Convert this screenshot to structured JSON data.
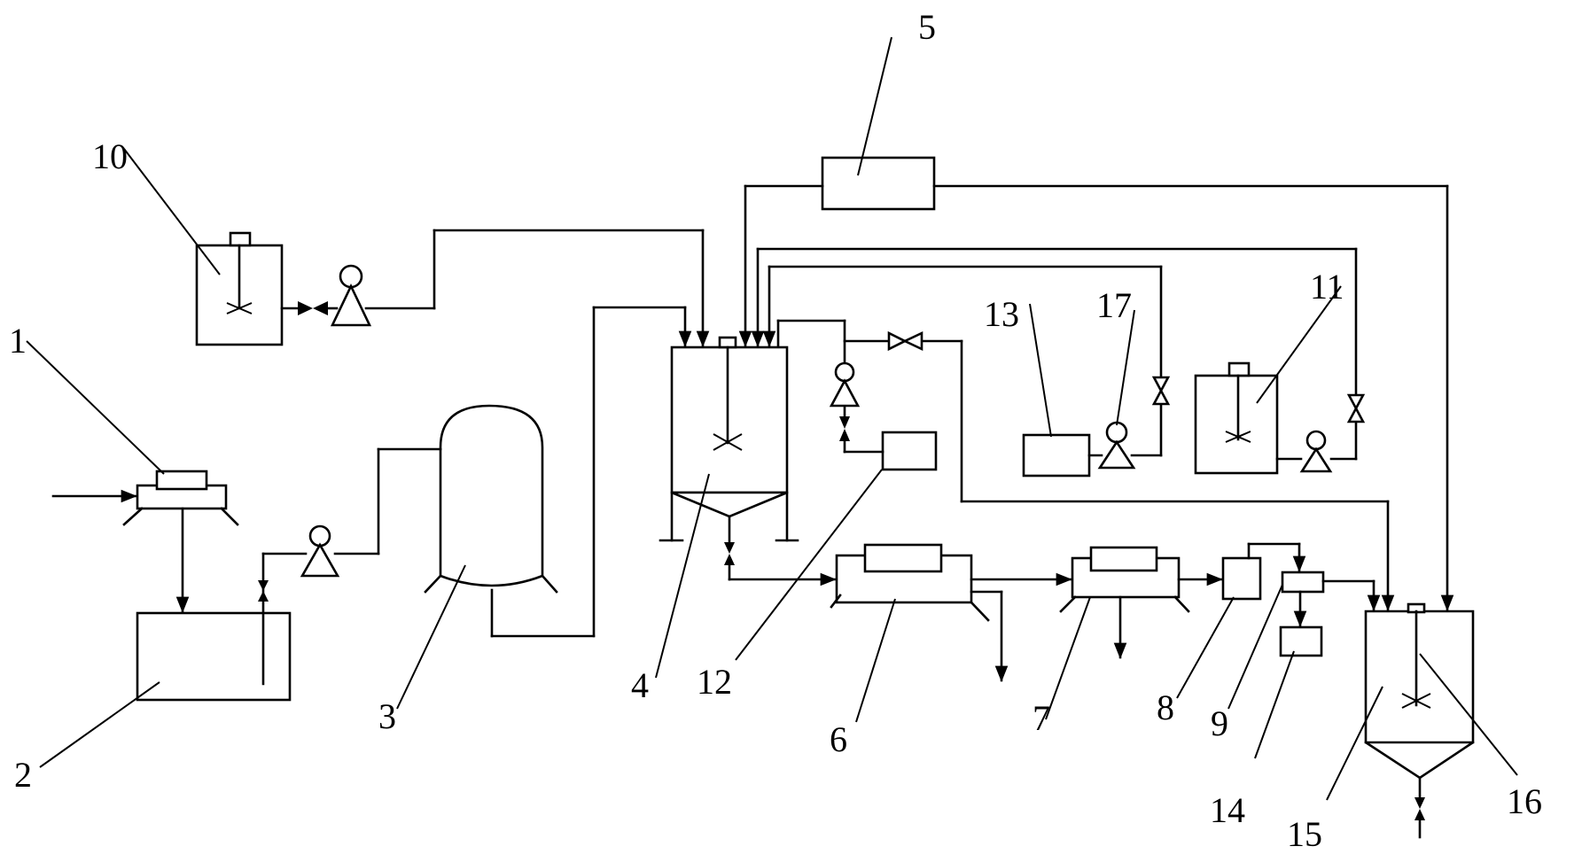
{
  "labels": {
    "n1": "1",
    "n2": "2",
    "n3": "3",
    "n4": "4",
    "n5": "5",
    "n6": "6",
    "n7": "7",
    "n8": "8",
    "n9": "9",
    "n10": "10",
    "n11": "11",
    "n12": "12",
    "n13": "13",
    "n14": "14",
    "n15": "15",
    "n16": "16",
    "n17": "17"
  },
  "colors": {
    "line": "#000000",
    "background": "#ffffff"
  }
}
